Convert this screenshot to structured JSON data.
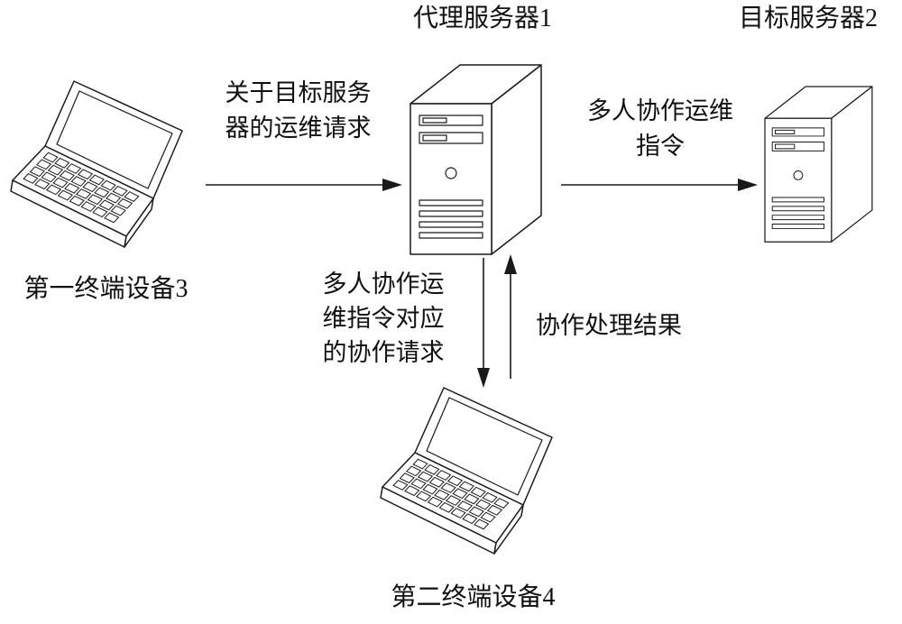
{
  "diagram": {
    "nodes": {
      "proxy_server": {
        "label": "代理服务器1",
        "shape": "server-tower"
      },
      "target_server": {
        "label": "目标服务器2",
        "shape": "server-tower"
      },
      "terminal1": {
        "label": "第一终端设备3",
        "shape": "laptop"
      },
      "terminal2": {
        "label": "第二终端设备4",
        "shape": "laptop"
      }
    },
    "edges": {
      "ops_request": {
        "from": "terminal1",
        "to": "proxy_server",
        "label": "关于目标服务\n器的运维请求"
      },
      "collab_command": {
        "from": "proxy_server",
        "to": "target_server",
        "label": "多人协作运维\n指令"
      },
      "collab_request": {
        "from": "proxy_server",
        "to": "terminal2",
        "label": "多人协作运\n维指令对应\n的协作请求"
      },
      "collab_result": {
        "from": "terminal2",
        "to": "proxy_server",
        "label": "协作处理结果"
      }
    },
    "colors": {
      "line": "#1a1a1a",
      "fill": "#ffffff",
      "background": "#ffffff"
    }
  }
}
